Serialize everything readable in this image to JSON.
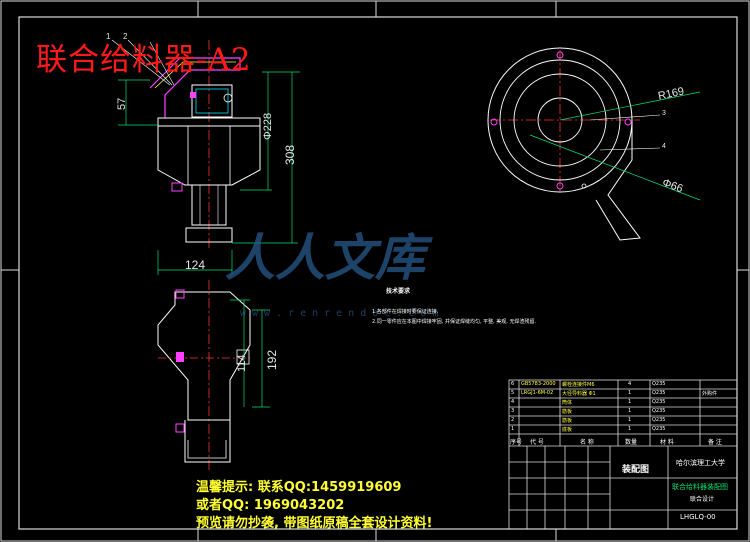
{
  "title": "联合给料器-A2",
  "dimensions": {
    "d57": "57",
    "d228": "Φ228",
    "d308": "308",
    "d124": "124",
    "d114": "114",
    "d192": "192",
    "r169": "R169",
    "d66": "Φ66"
  },
  "balloons": {
    "b1": "1",
    "b2": "2",
    "b3": "3",
    "b4": "4"
  },
  "tech_req": {
    "heading": "技术要求",
    "line1": "1.各部件在焊接时要保证连接.",
    "line2": "2.同一零件应在本图中焊接牢固, 并保证焊缝均匀, 平整, 美观, 无焊渣残留."
  },
  "watermark": {
    "text": "人人文库",
    "url": "www.renrendoc.com"
  },
  "notice": {
    "line1": "温馨提示: 联系QQ:1459919609",
    "line2": "或者QQ: 1969043202",
    "line3": "预览请勿抄袭, 带图纸原稿全套设计资料!"
  },
  "title_block": {
    "bom_rows": [
      {
        "no": "6",
        "code": "GB5783-2000",
        "name": "螺栓连接件M6",
        "qty": "4",
        "mat": "Q235",
        "note": ""
      },
      {
        "no": "5",
        "code": "LRGJ1-6M-02",
        "name": "大径导料器 Φ1",
        "qty": "1",
        "mat": "Q235",
        "note": "外购件"
      },
      {
        "no": "4",
        "code": "",
        "name": "筒体",
        "qty": "1",
        "mat": "Q235",
        "note": ""
      },
      {
        "no": "3",
        "code": "",
        "name": "筋板",
        "qty": "1",
        "mat": "Q235",
        "note": ""
      },
      {
        "no": "2",
        "code": "",
        "name": "筋板",
        "qty": "1",
        "mat": "Q235",
        "note": ""
      },
      {
        "no": "1",
        "code": "",
        "name": "底板",
        "qty": "1",
        "mat": "Q235",
        "note": ""
      }
    ],
    "header": {
      "no": "序号",
      "code": "代 号",
      "name": "名 称",
      "qty": "数量",
      "mat": "材 料",
      "note": "备 注"
    },
    "drawing_name": "装配图",
    "school": "哈尔滨理工大学",
    "product": "联合给料器装配图",
    "design_label": "联合设计",
    "drawing_no": "LHGLQ-00"
  }
}
